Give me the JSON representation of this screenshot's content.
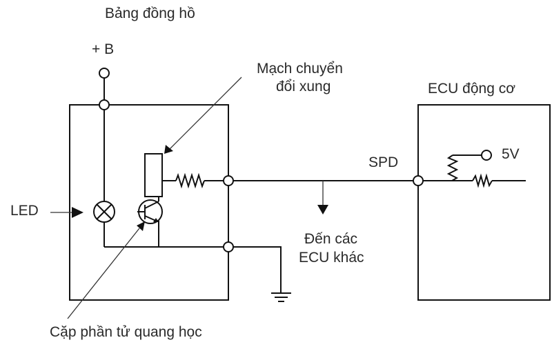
{
  "labels": {
    "panel_title": "Bảng đồng hồ",
    "plus_b": "+ B",
    "pulse_circuit_line1": "Mạch chuyển",
    "pulse_circuit_line2": "đổi xung",
    "ecu_title": "ECU động cơ",
    "spd": "SPD",
    "five_v": "5V",
    "led": "LED",
    "other_ecu_line1": "Đến các",
    "other_ecu_line2": "ECU khác",
    "photo_pair": "Cặp phần tử quang học"
  },
  "colors": {
    "line": "#111111",
    "text": "#2a2a2a",
    "background": "#ffffff"
  }
}
